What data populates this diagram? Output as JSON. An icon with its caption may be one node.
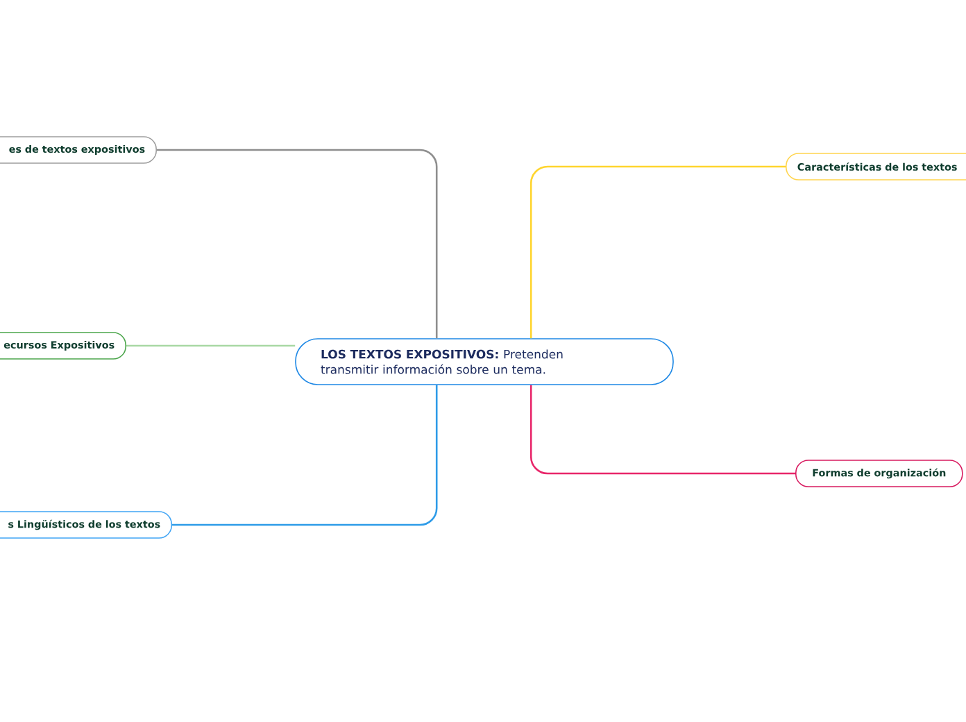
{
  "diagram": {
    "nodes": [
      {
        "text": [
          "**LOS TEXTOS EXPOSITIVOS:** Pretenden transmitir información sobre un tema."
        ]
      },
      {
        "text": [
          "es de textos expositivos"
        ]
      },
      {
        "text": [
          "ecursos Expositivos"
        ]
      },
      {
        "text": [
          "s Lingüísticos de los textos"
        ]
      },
      {
        "text": [
          "Características de los textos"
        ]
      },
      {
        "text": [
          "Formas de organización"
        ]
      }
    ],
    "edges": [
      {
        "from": 0,
        "to": 1,
        "arrow": "none",
        "color": "#8e8e8e"
      },
      {
        "from": 0,
        "to": 2,
        "arrow": "none",
        "color": "#a9d8a4"
      },
      {
        "from": 0,
        "to": 3,
        "arrow": "none",
        "color": "#2d9be8"
      },
      {
        "from": 0,
        "to": 4,
        "arrow": "none",
        "color": "#ffd52e"
      },
      {
        "from": 0,
        "to": 5,
        "arrow": "none",
        "color": "#e8266a"
      }
    ]
  }
}
